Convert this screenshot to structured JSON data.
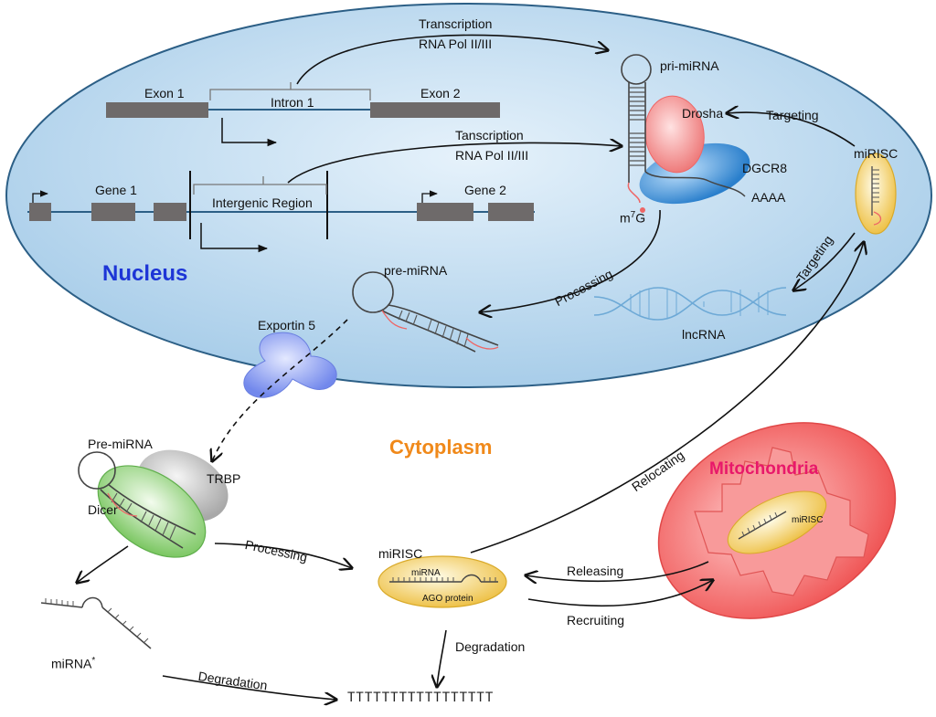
{
  "labels": {
    "transcription_top": "Transcription",
    "rna_pol_top": "RNA Pol II/III",
    "transcription_mid": "Tanscription",
    "rna_pol_mid": "RNA Pol II/III",
    "exon1": "Exon 1",
    "intron1": "Intron 1",
    "exon2": "Exon 2",
    "gene1": "Gene 1",
    "intergenic": "Intergenic Region",
    "gene2": "Gene 2",
    "pri_mirna": "pri-miRNA",
    "drosha": "Drosha",
    "dgcr8": "DGCR8",
    "aaaa": "AAAA",
    "m7g_base": "m",
    "m7g_sup": "7",
    "m7g_end": "G",
    "targeting_top": "Targeting",
    "mirisc_nucleus": "miRISC",
    "targeting_right": "Targeting",
    "lncrna": "lncRNA",
    "nucleus": "Nucleus",
    "pre_mirna_nucleus": "pre-miRNA",
    "processing_nucleus": "Processing",
    "exportin5": "Exportin 5",
    "cytoplasm": "Cytoplasm",
    "pre_mirna_cyto": "Pre-miRNA",
    "trbp": "TRBP",
    "dicer": "Dicer",
    "processing_cyto": "Processing",
    "mirisc_cyto": "miRISC",
    "mirna_in_risc": "miRNA",
    "ago_protein": "AGO protein",
    "relocating": "Relocating",
    "mitochondria": "Mitochondria",
    "mirisc_mito": "miRISC",
    "releasing": "Releasing",
    "recruiting": "Recruiting",
    "degradation_right": "Degradation",
    "mirna_star_base": "miRNA",
    "mirna_star_sup": "*",
    "degradation_left": "Degradation",
    "degraded_fragments": "TTTTTTTTTTTTTTTTT"
  },
  "colors": {
    "nucleus_fill": "#bcd9ef",
    "nucleus_stroke": "#2c5f86",
    "exon_gray": "#6e6a6a",
    "drosha": "#f08a8a",
    "dgcr8": "#3d8fd1",
    "mirisc_gold": "#f4d06a",
    "exportin": "#8ca0f0",
    "dicer": "#8fd07a",
    "trbp": "#b5b5b5",
    "mitochondria": "#f06060",
    "nucleus_text": "#1d35d6",
    "cytoplasm_text": "#f0891a",
    "mitochondria_text": "#e8186a"
  }
}
